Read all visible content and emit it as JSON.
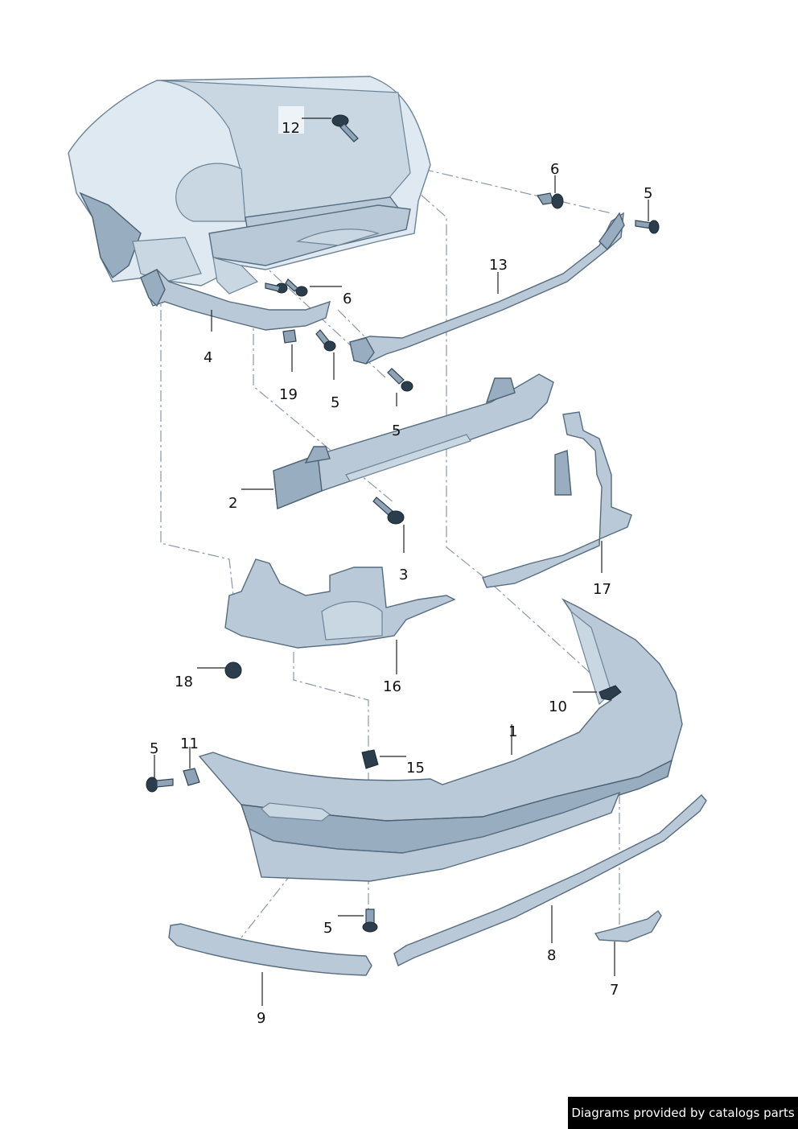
{
  "callouts": {
    "c1": "1",
    "c2": "2",
    "c3": "3",
    "c4": "4",
    "c5a": "5",
    "c5b": "5",
    "c5c": "5",
    "c5d": "5",
    "c5e": "5",
    "c6a": "6",
    "c6b": "6",
    "c7": "7",
    "c8": "8",
    "c9": "9",
    "c10": "10",
    "c11": "11",
    "c12": "12",
    "c13": "13",
    "c15": "15",
    "c16": "16",
    "c17": "17",
    "c18": "18",
    "c19": "19"
  },
  "footer": {
    "credit": "Diagrams provided by catalogs parts"
  },
  "colors": {
    "part_fill": "#b9c9d7",
    "body_fill": "#dfe9f1",
    "outline": "#566d80",
    "footer_bg": "#000000",
    "footer_text": "#ffffff"
  }
}
